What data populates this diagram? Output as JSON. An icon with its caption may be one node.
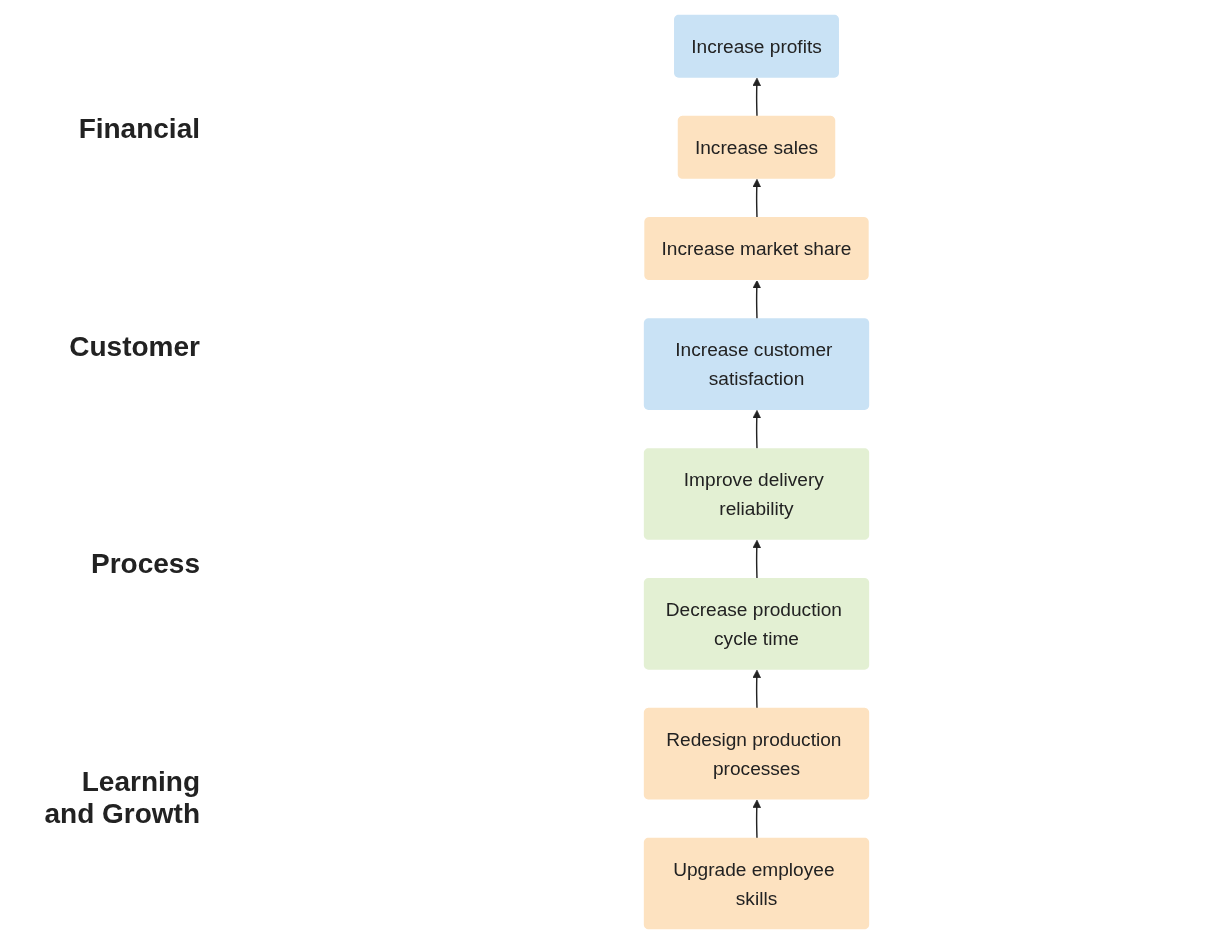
{
  "diagram": {
    "nodes": [
      {
        "text": [
          "Increase sales"
        ]
      },
      {
        "text": [
          "Increase profits"
        ]
      },
      {
        "text": [
          "Increase market share"
        ]
      },
      {
        "text": [
          "Increase customer satisfaction"
        ]
      },
      {
        "text": [
          "Improve delivery reliability"
        ]
      },
      {
        "text": [
          "Redesign production processes"
        ]
      },
      {
        "text": [
          "Decrease production cycle time"
        ]
      },
      {
        "text": [
          "Upgrade employee skills"
        ]
      }
    ],
    "edges": [
      {
        "from": 0,
        "to": 1,
        "arrow": "to"
      },
      {
        "from": 2,
        "to": 0,
        "arrow": "to"
      },
      {
        "from": 3,
        "to": 2,
        "arrow": "to"
      },
      {
        "from": 4,
        "to": 3,
        "arrow": "to"
      },
      {
        "from": 6,
        "to": 4,
        "arrow": "to"
      },
      {
        "from": 5,
        "to": 6,
        "arrow": "to"
      },
      {
        "from": 7,
        "to": 5,
        "arrow": "to"
      }
    ],
    "labels": [
      "Financial",
      "Customer",
      "Process",
      "Learning and Growth"
    ]
  }
}
